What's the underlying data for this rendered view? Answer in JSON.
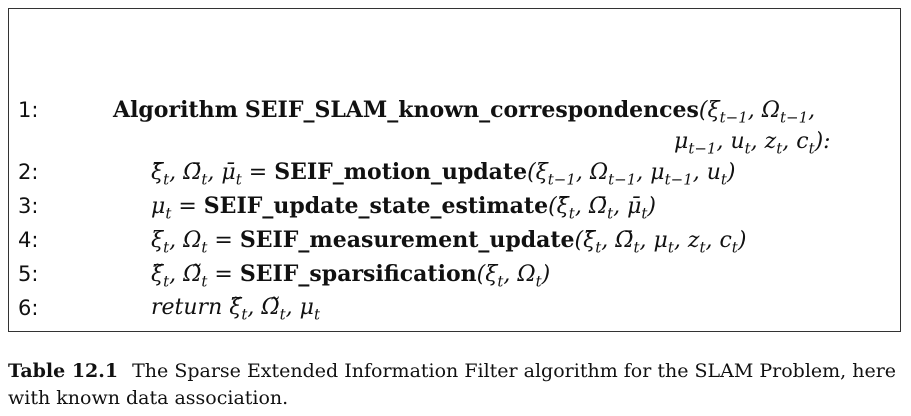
{
  "algorithm": {
    "lines": [
      {
        "number": "1:",
        "keyword": "Algorithm",
        "name": "SEIF_SLAM_known_correspondences",
        "args_first": "(ξ_{t−1}, Ω_{t−1},",
        "args_second": "μ_{t−1}, u_t, z_t, c_t):"
      },
      {
        "number": "2:",
        "lhs": "ξ̄_t, Ω̄_t, μ̄_t =",
        "fn": "SEIF_motion_update",
        "args": "(ξ_{t−1}, Ω_{t−1}, μ_{t−1}, u_t)"
      },
      {
        "number": "3:",
        "lhs": "μ_t =",
        "fn": "SEIF_update_state_estimate",
        "args": "(ξ̄_t, Ω̄_t, μ̄_t)"
      },
      {
        "number": "4:",
        "lhs": "ξ_t, Ω_t =",
        "fn": "SEIF_measurement_update",
        "args": "(ξ̄_t, Ω̄_t, μ_t, z_t, c_t)"
      },
      {
        "number": "5:",
        "lhs": "ξ̃_t, Ω̃_t =",
        "fn": "SEIF_sparsification",
        "args": "(ξ_t, Ω_t)"
      },
      {
        "number": "6:",
        "keyword": "return",
        "values": "ξ̃_t, Ω̃_t, μ_t"
      }
    ]
  },
  "caption": {
    "label": "Table 12.1",
    "text": "The Sparse Extended Information Filter algorithm for the SLAM Problem, here with known data association."
  }
}
